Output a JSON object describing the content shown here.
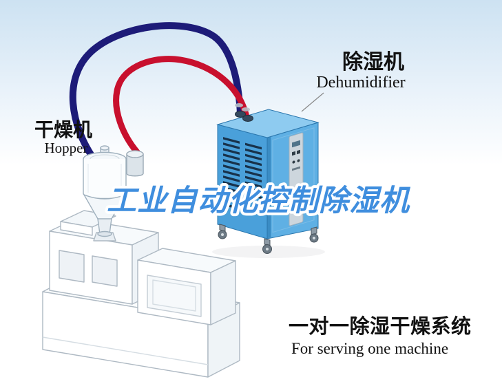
{
  "illustration": {
    "hopper_label": {
      "cn": "干燥机",
      "en": "Hopper"
    },
    "dehumidifier_label": {
      "cn": "除湿机",
      "en": "Dehumidifier"
    },
    "watermark": "工业自动化控制除湿机",
    "caption": {
      "cn": "一对一除湿干燥系统",
      "en": "For serving one machine"
    }
  },
  "colors": {
    "sky": "#cde2f2",
    "pipe_navy": "#1d1b78",
    "pipe_red": "#c8102e",
    "machine_left_face": "#4aa0da",
    "machine_right_face": "#5fb0e4",
    "machine_top_face": "#8ecbf0",
    "watermark_blue": "#3f8ede",
    "text": "#141414"
  }
}
